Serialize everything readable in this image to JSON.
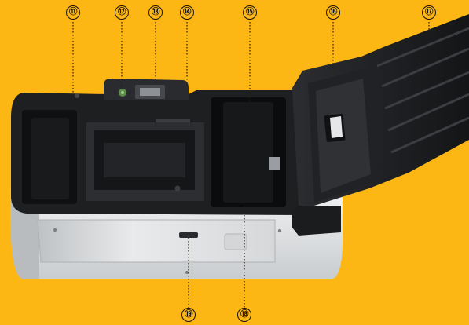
{
  "background_color": "#fcb714",
  "subject": "camera-film-compartment-open-back",
  "callouts": [
    {
      "label": "⑪",
      "part": "film-chamber"
    },
    {
      "label": "⑫",
      "part": "viewfinder-eyepiece"
    },
    {
      "label": "⑬",
      "part": "viewfinder-window"
    },
    {
      "label": "⑭",
      "part": "film-gate"
    },
    {
      "label": "⑮",
      "part": "film-cartridge-chamber"
    },
    {
      "label": "⑯",
      "part": "film-window"
    },
    {
      "label": "⑰",
      "part": "back-cover"
    },
    {
      "label": "⑱",
      "part": "rewind-fork"
    },
    {
      "label": "⑲",
      "part": "back-cover-latch"
    }
  ]
}
